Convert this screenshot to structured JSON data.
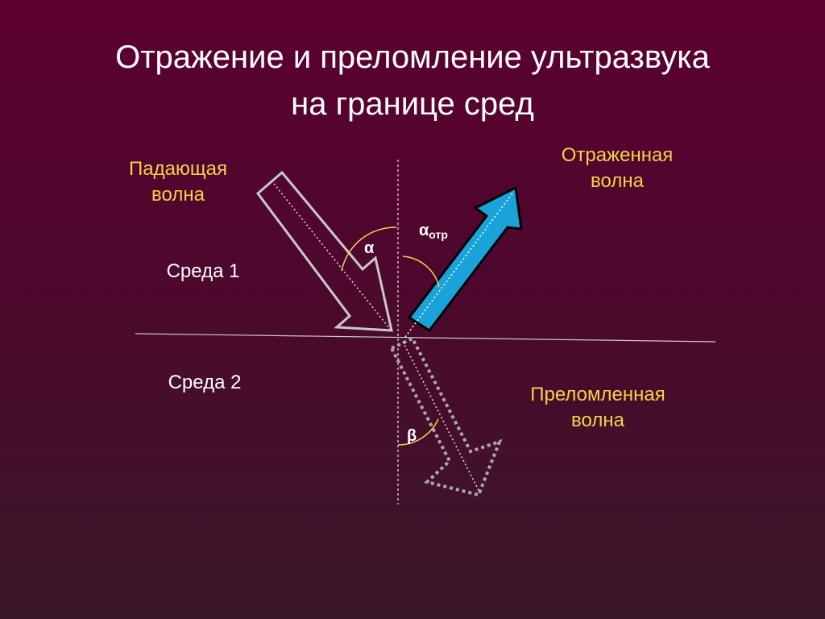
{
  "title": {
    "line1": "Отражение и преломление ультразвука",
    "line2": "на границе сред"
  },
  "labels": {
    "incident_line1": "Падающая",
    "incident_line2": "волна",
    "reflected_line1": "Отраженная",
    "reflected_line2": "волна",
    "refracted_line1": "Преломленная",
    "refracted_line2": "волна",
    "medium1": "Среда 1",
    "medium2": "Среда 2"
  },
  "angles": {
    "alpha": "α",
    "alpha_refl_base": "α",
    "alpha_refl_sub": "отр",
    "beta": "β"
  },
  "colors": {
    "background": "#5c0030",
    "label_yellow": "#f2d24a",
    "reflected_arrow": "#1aa3d9",
    "incident_arrow": "#c8c8cc",
    "refracted_arrow": "#a8a8b0",
    "arc_yellow": "#f2d24a"
  }
}
